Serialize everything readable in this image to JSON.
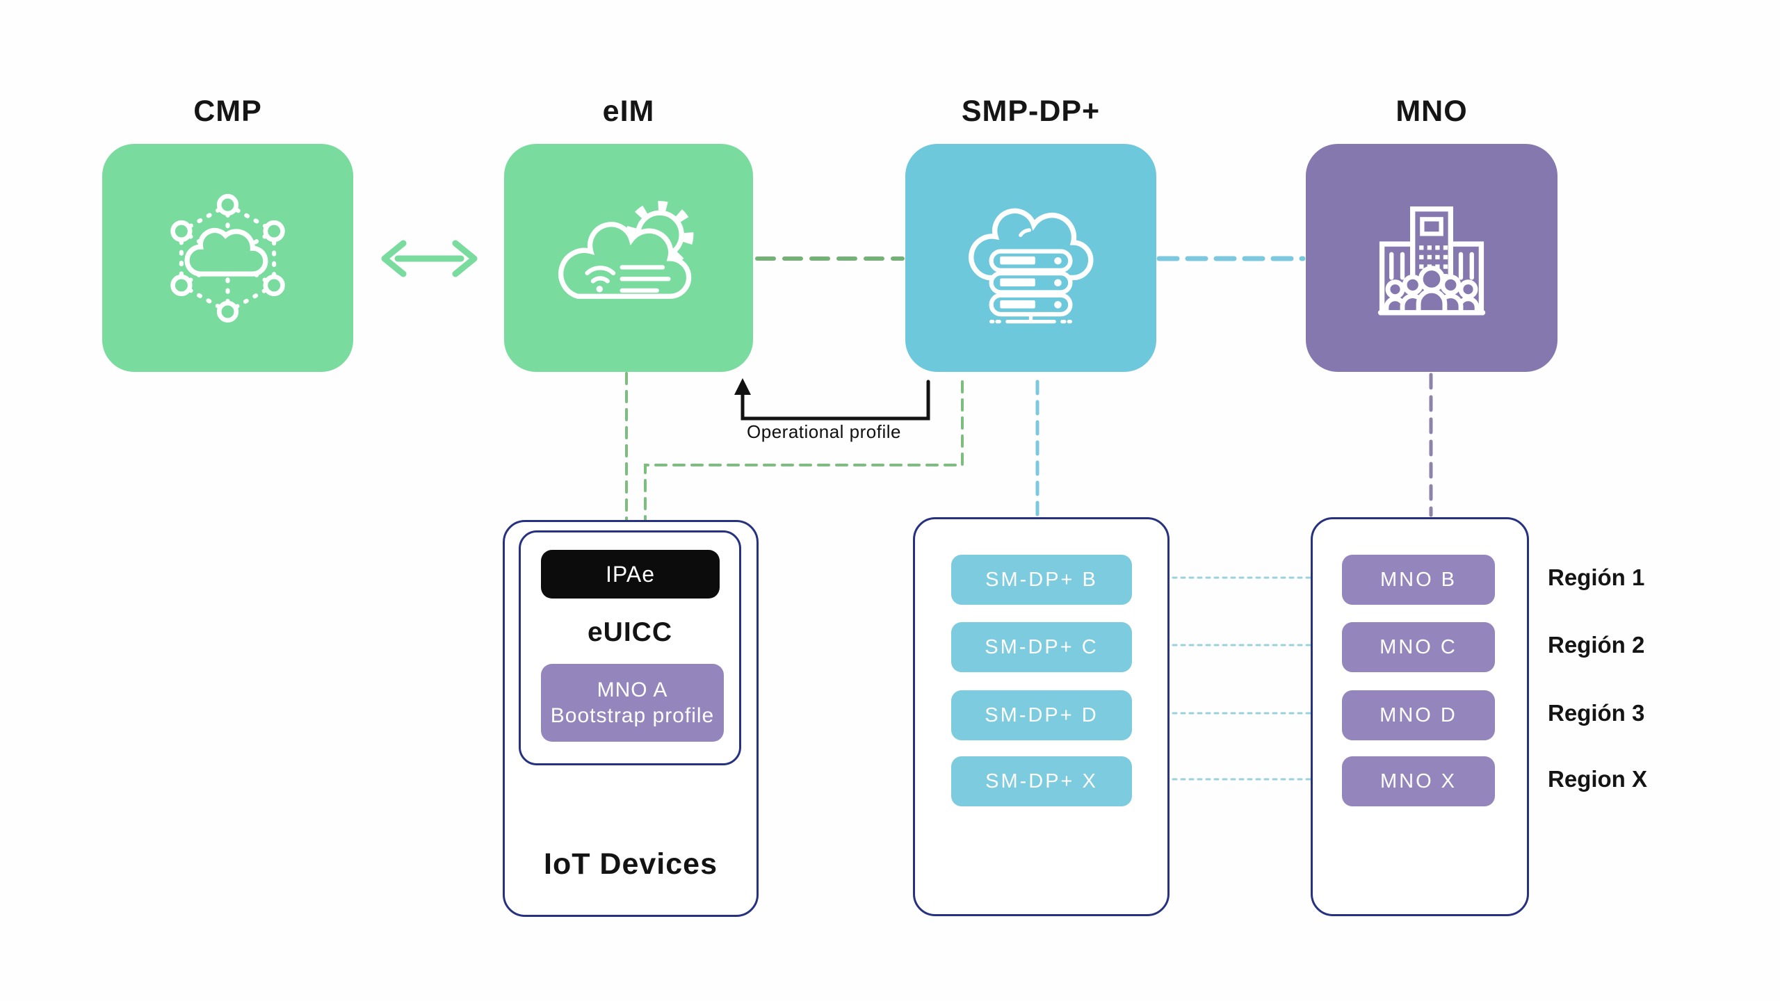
{
  "diagram": {
    "top_nodes": [
      {
        "id": "cmp",
        "label": "CMP",
        "icon": "network-cloud-icon",
        "color": "#79db9e"
      },
      {
        "id": "eim",
        "label": "eIM",
        "icon": "cloud-gear-icon",
        "color": "#79db9e"
      },
      {
        "id": "smpdp",
        "label": "SMP-DP+",
        "icon": "cloud-server-icon",
        "color": "#6ec8dc"
      },
      {
        "id": "mno",
        "label": "MNO",
        "icon": "building-icon",
        "color": "#8578af"
      }
    ],
    "annotations": {
      "operational_profile": "Operational profile"
    },
    "iot_group": {
      "ipae": "IPAe",
      "euicc": "eUICC",
      "bootstrap_line1": "MNO A",
      "bootstrap_line2": "Bootstrap profile",
      "label": "IoT Devices"
    },
    "smdp_group": {
      "items": [
        "SM-DP+ B",
        "SM-DP+ C",
        "SM-DP+ D",
        "SM-DP+ X"
      ]
    },
    "mno_group": {
      "items": [
        "MNO B",
        "MNO C",
        "MNO D",
        "MNO X"
      ]
    },
    "regions": [
      "Región 1",
      "Región 2",
      "Región 3",
      "Region X"
    ],
    "colors": {
      "mint_green": "#79db9e",
      "teal": "#6ec8dc",
      "teal_light": "#7ccbde",
      "purple": "#8578af",
      "purple_light": "#9486bd",
      "navy_outline": "#26317f",
      "dash_green": "#72b274",
      "dash_blue": "#7cc8de",
      "dash_purple": "#8c82aa",
      "dotted_connector": "#9ad2dc",
      "arrow_black": "#121212",
      "ipae_black": "#0c0c0c"
    }
  }
}
